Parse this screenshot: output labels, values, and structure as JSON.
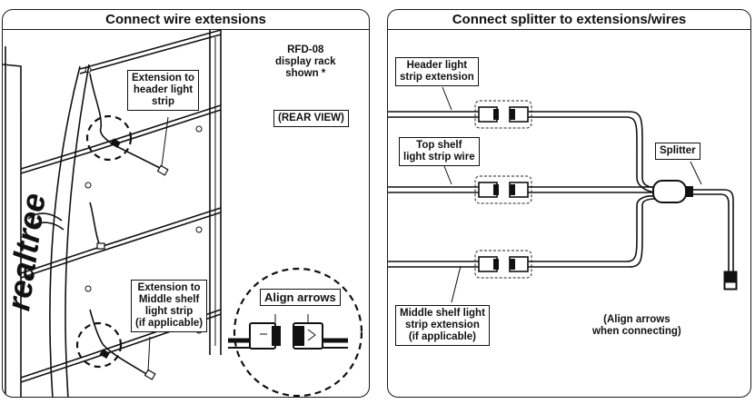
{
  "left_panel": {
    "title": "Connect wire extensions",
    "rack_note": [
      "RFD-08",
      "display rack",
      "shown *"
    ],
    "view_note": "(REAR VIEW)",
    "header_ext": [
      "Extension to",
      "header light",
      "strip"
    ],
    "middle_ext": [
      "Extension to",
      "Middle shelf",
      "light strip",
      "(if applicable)"
    ],
    "align_arrows": "Align arrows",
    "brand_text": "realtree"
  },
  "right_panel": {
    "title": "Connect splitter to extensions/wires",
    "header_strip": [
      "Header light",
      "strip extension"
    ],
    "top_shelf": [
      "Top shelf",
      "light strip wire"
    ],
    "splitter": "Splitter",
    "middle_strip": [
      "Middle shelf light",
      "strip extension",
      "(if applicable)"
    ],
    "align_note": [
      "(Align arrows",
      "when connecting)"
    ]
  }
}
